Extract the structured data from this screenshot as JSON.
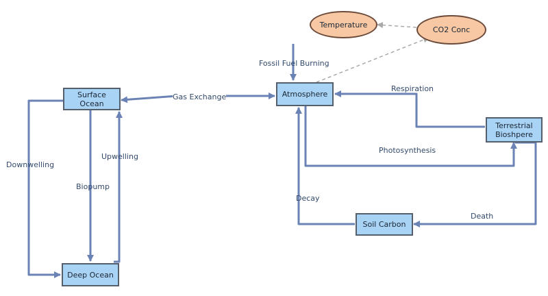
{
  "colors": {
    "flow": "#6b82b4",
    "link": "#a9a9a9",
    "stock_fill": "#a9d3f5",
    "variable_fill": "#f7c8a3"
  },
  "stocks": {
    "surface_ocean": "Surface\nOcean",
    "deep_ocean": "Deep Ocean",
    "atmosphere": "Atmosphere",
    "terrestrial_biosphere": "Terrestrial\nBioshpere",
    "soil_carbon": "Soil Carbon"
  },
  "variables": {
    "temperature": "Temperature",
    "co2_conc": "CO2 Conc"
  },
  "flows": {
    "fossil_fuel_burning": "Fossil Fuel Burning",
    "gas_exchange": "Gas Exchange",
    "respiration": "Respiration",
    "photosynthesis": "Photosynthesis",
    "death": "Death",
    "decay": "Decay",
    "downwelling": "Downwelling",
    "biopump": "Biopump",
    "upwelling": "Upwelling"
  }
}
